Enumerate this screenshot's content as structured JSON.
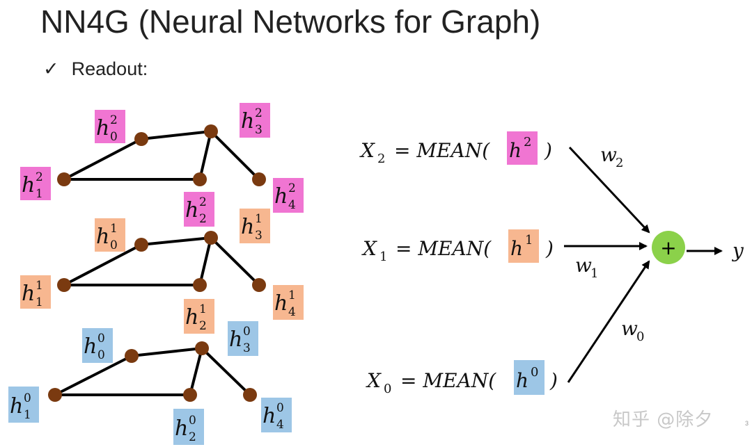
{
  "title": "NN4G (Neural Networks for Graph)",
  "bullet": {
    "check": "✓",
    "text": "Readout:"
  },
  "colors": {
    "layer2": "#f075d2",
    "layer1": "#f7b790",
    "layer0": "#9dc6e6",
    "node": "#7a3a10",
    "sum_node": "#8bd14a"
  },
  "node_labels": {
    "layer2": [
      {
        "base": "h",
        "sup": "2",
        "sub": "0"
      },
      {
        "base": "h",
        "sup": "2",
        "sub": "1"
      },
      {
        "base": "h",
        "sup": "2",
        "sub": "2"
      },
      {
        "base": "h",
        "sup": "2",
        "sub": "3"
      },
      {
        "base": "h",
        "sup": "2",
        "sub": "4"
      }
    ],
    "layer1": [
      {
        "base": "h",
        "sup": "1",
        "sub": "0"
      },
      {
        "base": "h",
        "sup": "1",
        "sub": "1"
      },
      {
        "base": "h",
        "sup": "1",
        "sub": "2"
      },
      {
        "base": "h",
        "sup": "1",
        "sub": "3"
      },
      {
        "base": "h",
        "sup": "1",
        "sub": "4"
      }
    ],
    "layer0": [
      {
        "base": "h",
        "sup": "0",
        "sub": "0"
      },
      {
        "base": "h",
        "sup": "0",
        "sub": "1"
      },
      {
        "base": "h",
        "sup": "0",
        "sub": "2"
      },
      {
        "base": "h",
        "sup": "0",
        "sub": "3"
      },
      {
        "base": "h",
        "sup": "0",
        "sub": "4"
      }
    ]
  },
  "equations": [
    {
      "lhs": "X",
      "lhs_sub": "2",
      "op": "= MEAN(",
      "h": "h",
      "h_sup": "2",
      "close": ")",
      "weight": "w",
      "weight_sub": "2"
    },
    {
      "lhs": "X",
      "lhs_sub": "1",
      "op": "= MEAN(",
      "h": "h",
      "h_sup": "1",
      "close": ")",
      "weight": "w",
      "weight_sub": "1"
    },
    {
      "lhs": "X",
      "lhs_sub": "0",
      "op": "= MEAN(",
      "h": "h",
      "h_sup": "0",
      "close": ")",
      "weight": "w",
      "weight_sub": "0"
    }
  ],
  "sum_symbol": "+",
  "output": "y",
  "watermark": "知乎 @除夕",
  "slide_number": "3"
}
